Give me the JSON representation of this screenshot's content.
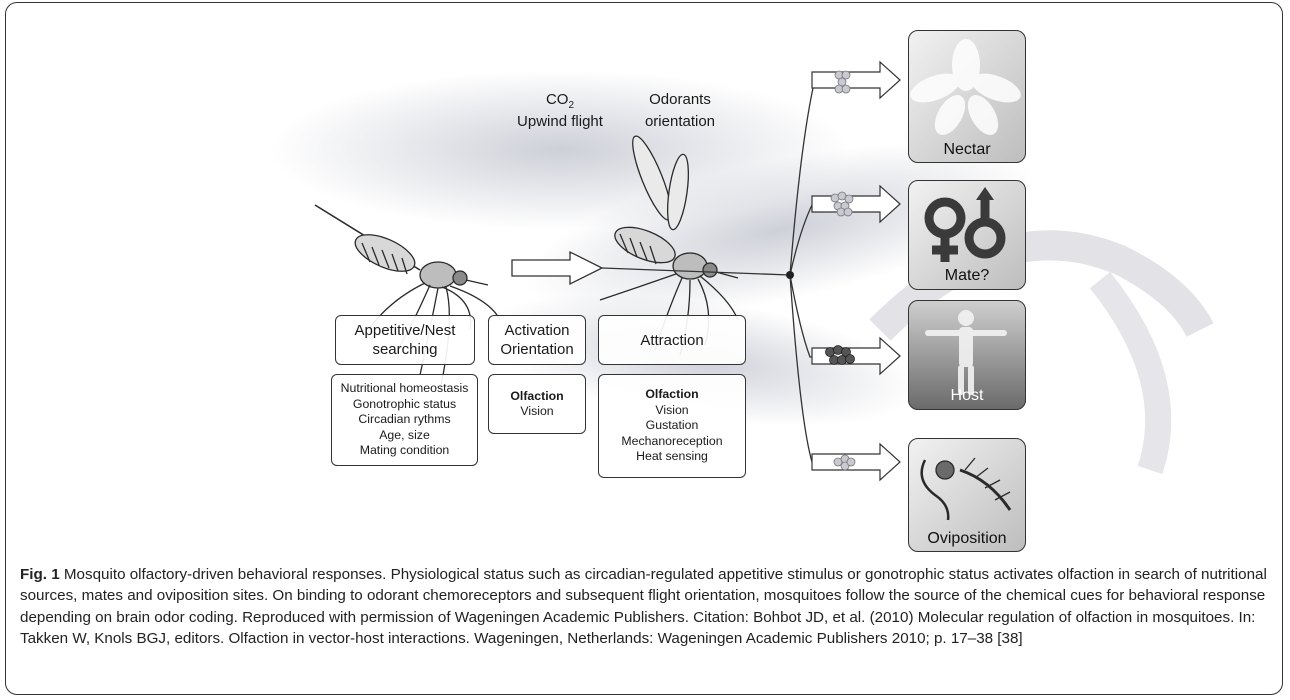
{
  "diagram": {
    "labels": {
      "co2": "CO",
      "co2_sub": "2",
      "upwind": "Upwind flight",
      "odorants": "Odorants",
      "orientation": "orientation"
    },
    "stages": [
      {
        "title": [
          "Appetitive/Nest",
          "searching"
        ]
      },
      {
        "title": [
          "Activation",
          "Orientation"
        ]
      },
      {
        "title": [
          "Attraction"
        ]
      }
    ],
    "factors": [
      {
        "items": [
          "Nutritional homeostasis",
          "Gonotrophic status",
          "Circadian rythms",
          "Age, size",
          "Mating condition"
        ],
        "bold_first": false
      },
      {
        "items": [
          "Olfaction",
          "Vision"
        ],
        "bold_first": true
      },
      {
        "items": [
          "Olfaction",
          "Vision",
          "Gustation",
          "Mechanoreception",
          "Heat sensing"
        ],
        "bold_first": true
      }
    ],
    "targets": [
      "Nectar",
      "Mate?",
      "Host",
      "Oviposition"
    ]
  },
  "caption": {
    "lead": "Fig. 1",
    "text": " Mosquito olfactory-driven behavioral responses. Physiological status such as circadian-regulated appetitive stimulus or gonotrophic status activates olfaction in search of nutritional sources, mates and oviposition sites. On binding to odorant chemoreceptors and subsequent flight orientation, mosquitoes follow the source of the chemical cues for behavioral response depending on brain odor coding. Reproduced with permission of Wageningen Academic Publishers. Citation: Bohbot JD, et al. (2010) Molecular regulation of olfaction in mosquitoes. In: Takken W, Knols BGJ, editors. Olfaction in vector-host interactions. Wageningen, Netherlands: Wageningen Academic Publishers 2010; p. 17–38 [38]"
  },
  "colors": {
    "border": "#333333",
    "panel_fill": "#d9d9d9",
    "swirl": "#cfcfd6"
  }
}
